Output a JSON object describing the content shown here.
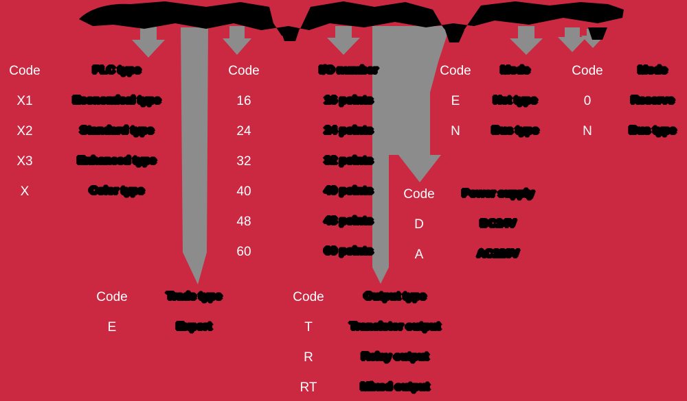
{
  "colors": {
    "background": "#CB2841",
    "arrow": "#8C8C8C",
    "label": "#FFFFFF",
    "blob": "#000000"
  },
  "tables": {
    "plc_type": {
      "code_header": "Code",
      "desc_header": "PLC type",
      "rows": [
        {
          "code": "X1",
          "desc": "Economical type"
        },
        {
          "code": "X2",
          "desc": "Standard type"
        },
        {
          "code": "X3",
          "desc": "Enhanced type"
        },
        {
          "code": "X",
          "desc": "Color type"
        }
      ]
    },
    "io_number": {
      "code_header": "Code",
      "desc_header": "I/O number",
      "rows": [
        {
          "code": "16",
          "desc": "16 points"
        },
        {
          "code": "24",
          "desc": "24 points"
        },
        {
          "code": "32",
          "desc": "32 points"
        },
        {
          "code": "40",
          "desc": "40 points"
        },
        {
          "code": "48",
          "desc": "48 points"
        },
        {
          "code": "60",
          "desc": "60 points"
        }
      ]
    },
    "mode_en": {
      "code_header": "Code",
      "desc_header": "Mode",
      "rows": [
        {
          "code": "E",
          "desc": "Net type"
        },
        {
          "code": "N",
          "desc": "Bus type"
        }
      ]
    },
    "mode_0n": {
      "code_header": "Code",
      "desc_header": "Mode",
      "rows": [
        {
          "code": "0",
          "desc": "Reserve"
        },
        {
          "code": "N",
          "desc": "Bus type"
        }
      ]
    },
    "power_supply": {
      "code_header": "Code",
      "desc_header": "Power supply",
      "rows": [
        {
          "code": "D",
          "desc": "DC24V"
        },
        {
          "code": "A",
          "desc": "AC220V"
        }
      ]
    },
    "trade_type": {
      "code_header": "Code",
      "desc_header": "Trade type",
      "rows": [
        {
          "code": "E",
          "desc": "Export"
        }
      ]
    },
    "output_type": {
      "code_header": "Code",
      "desc_header": "Output type",
      "rows": [
        {
          "code": "T",
          "desc": "Transistor output"
        },
        {
          "code": "R",
          "desc": "Relay output"
        },
        {
          "code": "RT",
          "desc": "Mixed output"
        }
      ]
    }
  }
}
